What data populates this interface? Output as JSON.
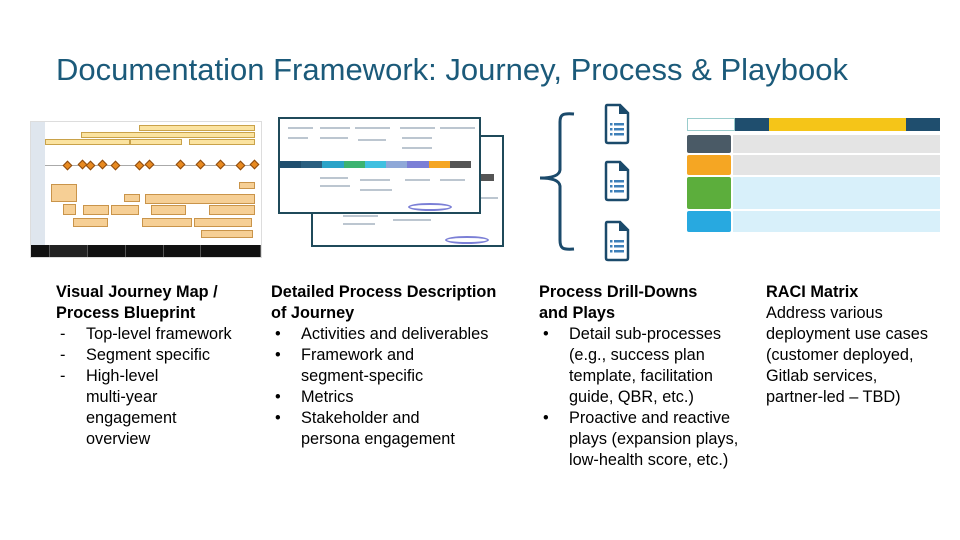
{
  "title": "Documentation Framework: Journey, Process & Playbook",
  "colors": {
    "title": "#1b5a7a",
    "accent_dark": "#1f4e6e",
    "orange": "#f5a623",
    "green": "#5cae3c",
    "cyan": "#28a9e0"
  },
  "icons": [
    "curly-brace-icon",
    "document-list-icon"
  ],
  "columns": [
    {
      "heading": [
        "Visual Journey Map /",
        "Process Blueprint"
      ],
      "bullet": "-",
      "items": [
        "Top-level framework",
        "Segment specific",
        "High-level multi-year engagement overview"
      ]
    },
    {
      "heading": [
        "Detailed Process Description",
        "of Journey"
      ],
      "bullet": "•",
      "items": [
        "Activities and deliverables",
        "Framework and segment-specific",
        "Metrics",
        "Stakeholder and persona engagement"
      ]
    },
    {
      "heading": [
        "Process Drill-Downs",
        "and Plays"
      ],
      "bullet": "•",
      "items": [
        "Detail sub-processes (e.g., success plan template, facilitation guide, QBR, etc.)",
        "Proactive and reactive plays (expansion plays, low-health score, etc.)"
      ]
    },
    {
      "heading": [
        "RACI Matrix"
      ],
      "body": "Address various deployment use cases (customer deployed, Gitlab services, partner-led – TBD)"
    }
  ]
}
